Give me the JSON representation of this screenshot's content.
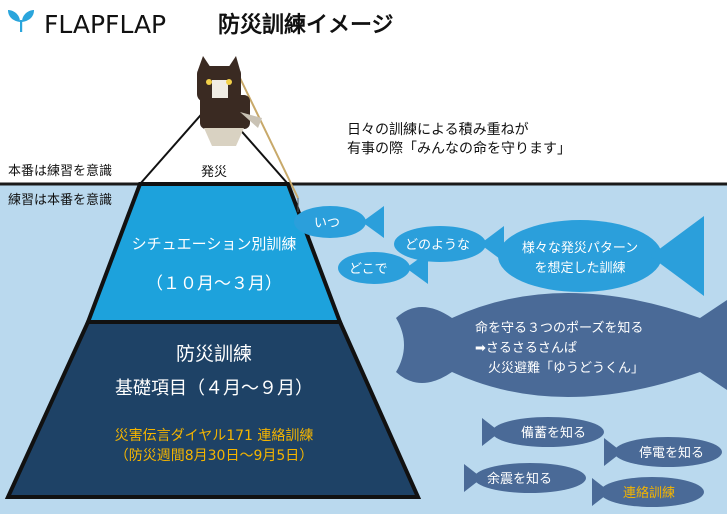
{
  "header": {
    "brand": "FLAPFLAP",
    "title": "防災訓練イメージ",
    "colors": {
      "accent": "#2aa5dc"
    }
  },
  "top_note": {
    "line1": "日々の訓練による積み重ねが",
    "line2": "有事の際「みんなの命を守ります」"
  },
  "left_labels": {
    "above_water": "本番は練習を意識",
    "below_water": "練習は本番を意識"
  },
  "pyramid": {
    "peak_label": "発災",
    "middle": {
      "title": "シチュエーション別訓練",
      "period": "（１０月～３月）",
      "color": "#1da2dc"
    },
    "bottom": {
      "title": "防災訓練",
      "subtitle": "基礎項目（４月～９月）",
      "extra_line1": "災害伝言ダイヤル171 連絡訓練",
      "extra_line2": "（防災週間8月30日～9月5日）",
      "color": "#1e4266",
      "extra_color": "#f4b400"
    }
  },
  "fish": {
    "blue_fish": {
      "f1": "いつ",
      "f2": "どのような",
      "f3": "どこで",
      "big_line1": "様々な発災パターン",
      "big_line2": "を想定した訓練"
    },
    "big_grey": {
      "line1": "命を守る３つのポーズを知る",
      "line2": "➡さるさるさんぱ",
      "line3": "火災避難「ゆうどうくん」"
    },
    "small": {
      "s1": "備蓄を知る",
      "s2": "停電を知る",
      "s3": "余震を知る",
      "s4": "連絡訓練"
    },
    "colors": {
      "blue": "#2b9fdb",
      "grey": "#4a6a97",
      "orange": "#f4b400"
    }
  },
  "colors": {
    "water": "#bad9ee",
    "waterline": "#1a1a1a"
  }
}
